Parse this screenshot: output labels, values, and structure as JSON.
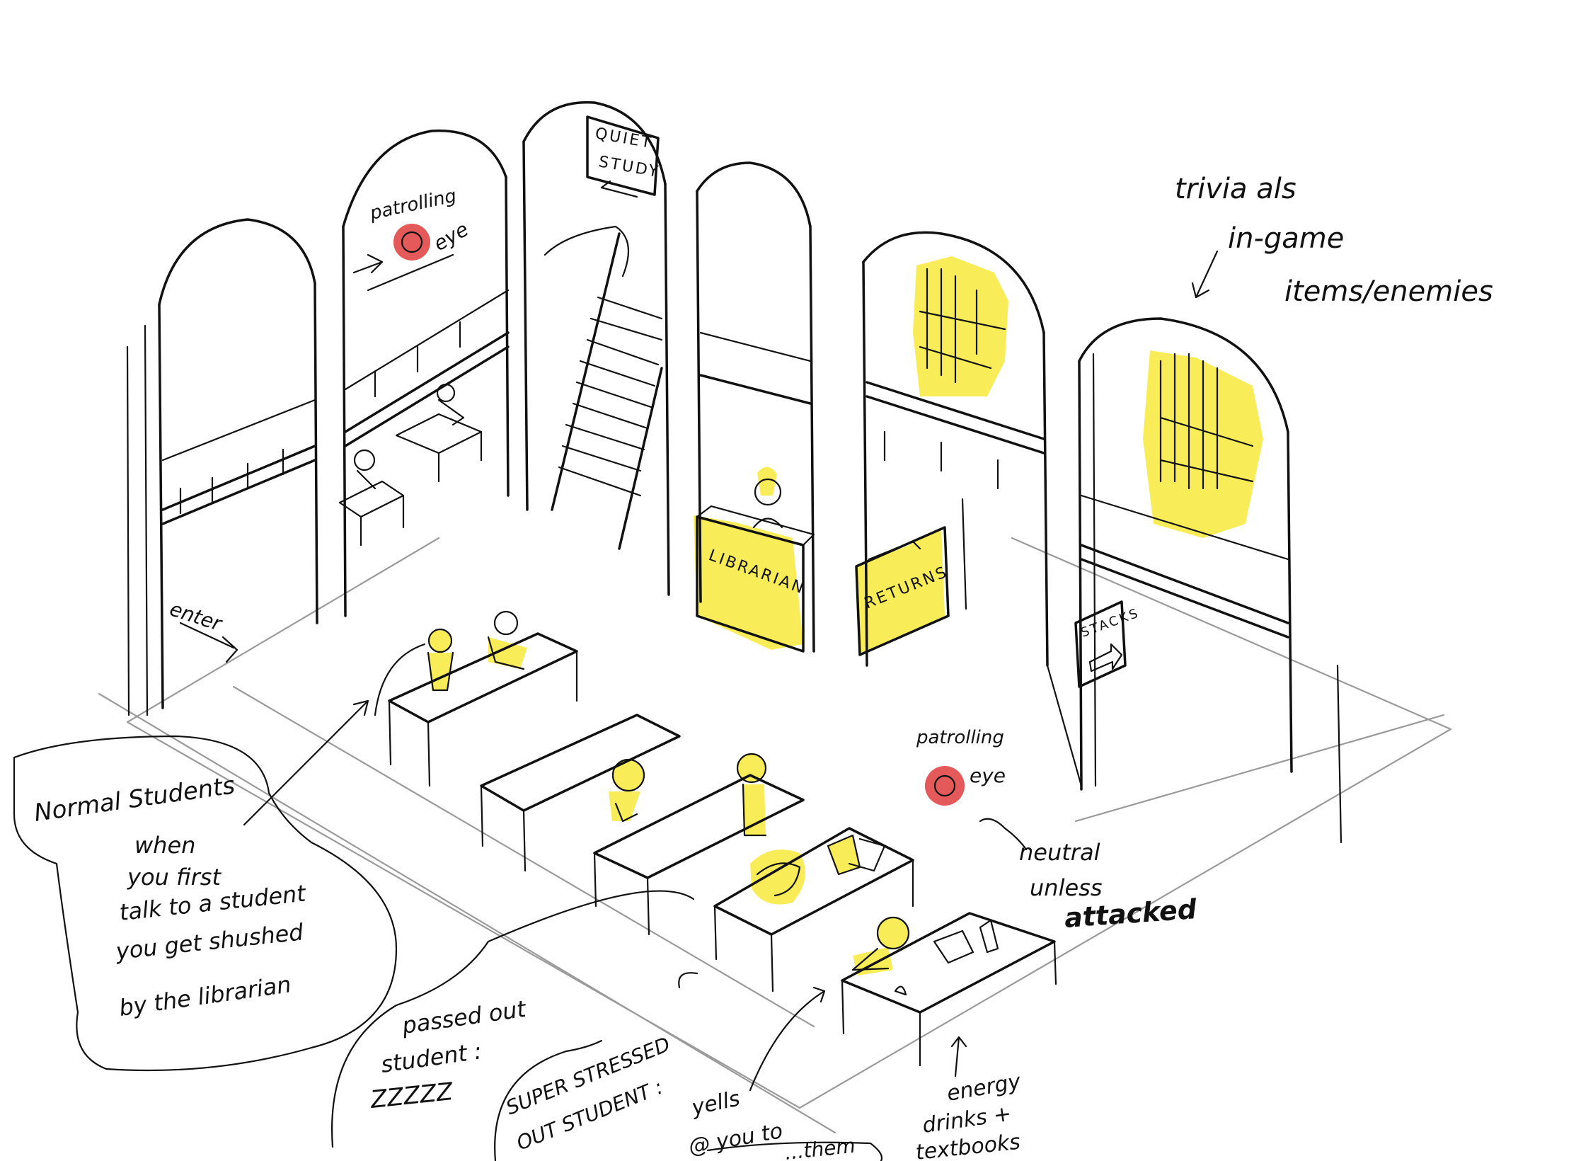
{
  "colors": {
    "ink": "#111111",
    "highlight_yellow": "#f7ea3c",
    "enemy_red": "#e14747",
    "student_green": "#5fc447",
    "paper": "#ffffff"
  },
  "signs": {
    "quiet_study_line1": "QUIET",
    "quiet_study_line2": "STUDY",
    "librarian": "LIBRARIAN",
    "returns": "RETURNS",
    "stacks": "STACKS"
  },
  "notes": {
    "patrolling_top": "patrolling",
    "eye_top": "eye",
    "patrolling_right": "patrolling",
    "eye_right": "eye",
    "enter": "enter",
    "trivia_line1": "trivia als",
    "trivia_line2": "in-game",
    "trivia_line3": "items/enemies",
    "normal_title": "Normal Students",
    "normal_line1": "when",
    "normal_line2": "you first",
    "normal_line3": "talk to a student",
    "normal_line4": "you get shushed",
    "normal_line5": "by the librarian",
    "passed_line1": "passed out",
    "passed_line2": "student :",
    "passed_line3": "ZZZZZ",
    "stressed_line1": "SUPER STRESSED",
    "stressed_line2": "OUT STUDENT :",
    "yells_line1": "yells",
    "yells_line2": "@ you to",
    "yells_line3": "...them",
    "neutral_line1": "neutral",
    "neutral_line2": "unless",
    "neutral_line3": "attacked",
    "energy_line1": "energy",
    "energy_line2": "drinks +",
    "energy_line3": "textbooks"
  }
}
